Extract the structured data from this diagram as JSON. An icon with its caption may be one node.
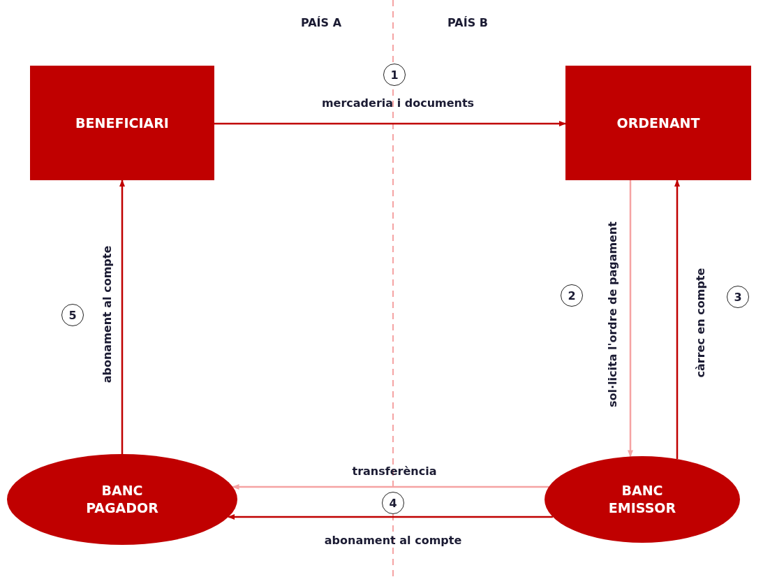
{
  "diagram": {
    "nodes": [
      {
        "text": [
          "BENEFICIARI"
        ]
      },
      {
        "text": [
          "ORDENANT"
        ]
      },
      {
        "text": [
          "BANC PAGADOR"
        ]
      },
      {
        "text": [
          "BANC EMISSOR"
        ]
      }
    ],
    "edges": [
      {
        "from": 0,
        "to": 1,
        "arrow": "to",
        "label": "mercaderia i documents"
      },
      {
        "from": 1,
        "to": 3,
        "arrow": "to",
        "label": "sol·licita l'ordre de pagament",
        "color": "#f5a3a3"
      },
      {
        "from": 3,
        "to": 1,
        "arrow": "to",
        "label": "càrrec en compte"
      },
      {
        "from": 3,
        "to": 2,
        "arrow": "to",
        "label": "transferència",
        "color": "#f5a3a3"
      },
      {
        "from": 3,
        "to": 2,
        "arrow": "to",
        "label": "abonament al compte"
      },
      {
        "from": 2,
        "to": 0,
        "arrow": "to",
        "label": "abonament al compte"
      }
    ],
    "labels": [
      "PAÍS A",
      "PAÍS B",
      "1",
      "2",
      "3",
      "4",
      "5"
    ]
  }
}
